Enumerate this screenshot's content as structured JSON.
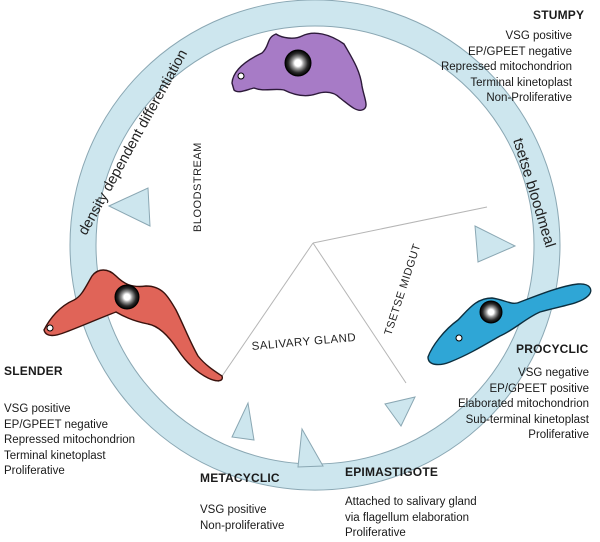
{
  "regions": {
    "bloodstream": "BLOODSTREAM",
    "tsetse_midgut": "TSETSE MIDGUT",
    "salivary_gland": "SALIVARY GLAND"
  },
  "transitions": {
    "density": "density dependent differentiation",
    "bloodmeal": "tsetse bloodmeal"
  },
  "stages": {
    "stumpy": {
      "name": "STUMPY",
      "props": [
        "VSG positive",
        "EP/GPEET negative",
        "Repressed mitochondrion",
        "Terminal kinetoplast",
        "Non-Proliferative"
      ]
    },
    "procyclic": {
      "name": "PROCYCLIC",
      "props": [
        "VSG negative",
        "EP/GPEET positive",
        "Elaborated mitochondrion",
        "Sub-terminal kinetoplast",
        "Proliferative"
      ]
    },
    "slender": {
      "name": "SLENDER",
      "props": [
        "VSG positive",
        "EP/GPEET negative",
        "Repressed mitochondrion",
        "Terminal kinetoplast",
        "Proliferative"
      ]
    },
    "metacyclic": {
      "name": "METACYCLIC",
      "props": [
        "VSG positive",
        "Non-proliferative"
      ]
    },
    "epimastigote": {
      "name": "EPIMASTIGOTE",
      "props": [
        "Attached to salivary gland",
        "via flagellum elaboration",
        "Proliferative"
      ]
    }
  },
  "colors": {
    "ring_fill": "#cde6ee",
    "ring_stroke": "#8aa7b3",
    "stumpy_cell": "#a77bc6",
    "procyclic_cell": "#2fa6d6",
    "slender_cell": "#e06458",
    "divider": "#b5b5b5"
  }
}
